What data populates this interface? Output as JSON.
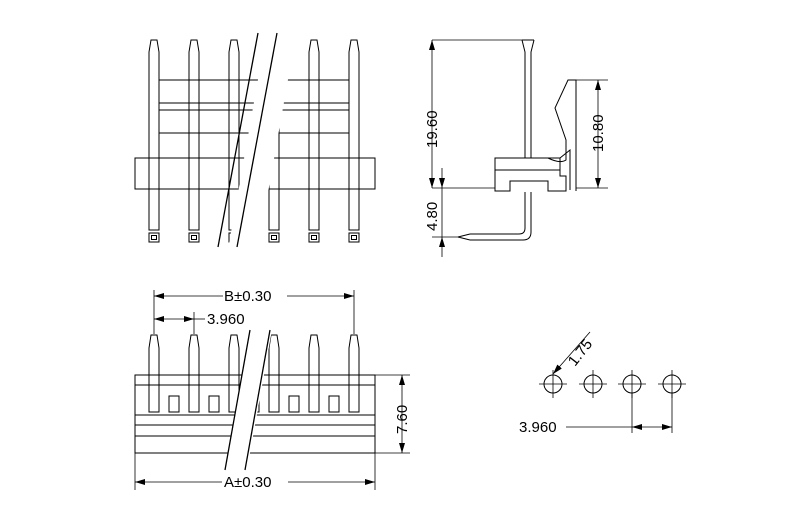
{
  "dimensions": {
    "total_height": "19.60",
    "lower_height": "4.80",
    "housing_height": "10.80",
    "pitch_top": "3.960",
    "length_b": "B±0.30",
    "length_a": "A±0.30",
    "body_height": "7.60",
    "hole_diameter": "1.75",
    "pitch_holes": "3.960"
  }
}
